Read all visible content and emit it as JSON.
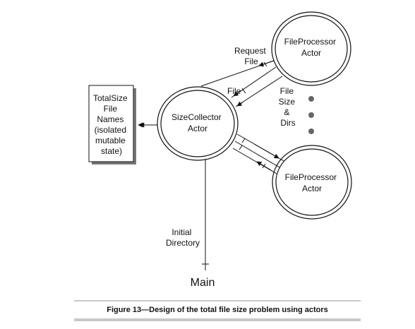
{
  "diagram": {
    "nodes": {
      "total_size_box": {
        "lines": [
          "TotalSize",
          "File",
          "Names",
          "(isolated",
          "mutable",
          "state)"
        ]
      },
      "size_collector": {
        "lines": [
          "SizeCollector",
          "Actor"
        ]
      },
      "file_processor_top": {
        "lines": [
          "FileProcessor",
          "Actor"
        ]
      },
      "file_processor_bottom": {
        "lines": [
          "FileProcessor",
          "Actor"
        ]
      },
      "main": {
        "label": "Main"
      }
    },
    "labels": {
      "request_file": [
        "Request",
        "File"
      ],
      "file": "File",
      "file_size_dirs": [
        "File",
        "Size",
        "&",
        "Dirs"
      ],
      "initial_directory": [
        "Initial",
        "Directory"
      ]
    },
    "more_indicator_dots": 3
  },
  "caption": {
    "text": "Figure 13—Design of the total file size problem using actors"
  },
  "colors": {
    "line": "#111111",
    "shadow": "#888888",
    "dot": "#666666",
    "caption_rule": "#c8c8c8"
  }
}
